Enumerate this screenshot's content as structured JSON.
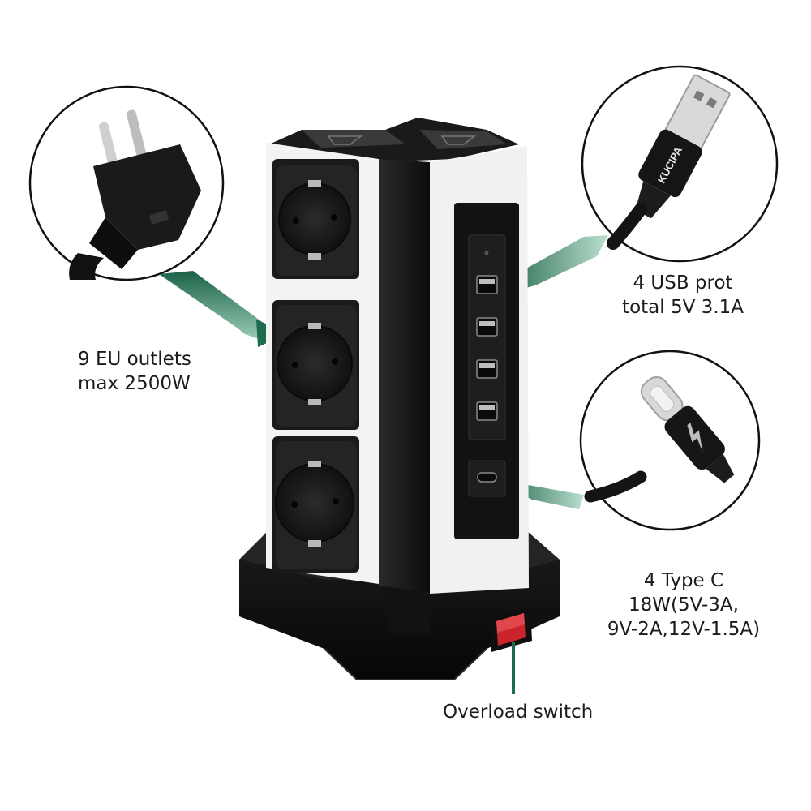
{
  "callouts": {
    "outlets": {
      "line1": "9 EU outlets",
      "line2": "max 2500W"
    },
    "usb": {
      "line1": "4 USB prot",
      "line2": "total 5V 3.1A"
    },
    "typec": {
      "line1": "4 Type C",
      "line2": "18W(5V-3A,",
      "line3": "9V-2A,12V-1.5A)"
    },
    "switch": {
      "line1": "Overload switch"
    }
  },
  "cable_brand": "KUCIPA",
  "colors": {
    "arrow_green": "#1e6b4e",
    "arrow_green_light": "#6fb79a",
    "tower_black": "#141414",
    "panel_white": "#f4f4f4",
    "switch_red": "#c9242a"
  },
  "icons": [
    "eu-plug-icon",
    "usb-a-cable-icon",
    "usb-c-cable-icon",
    "lightning-icon"
  ]
}
